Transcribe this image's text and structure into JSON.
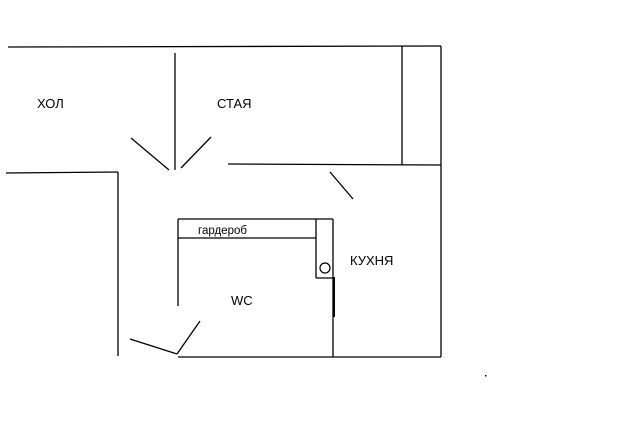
{
  "floor_plan": {
    "rooms": {
      "hall": "ХОЛ",
      "living_room": "СТАЯ",
      "kitchen": "КУХНЯ",
      "wardrobe": "гардероб",
      "wc": "WC"
    }
  }
}
